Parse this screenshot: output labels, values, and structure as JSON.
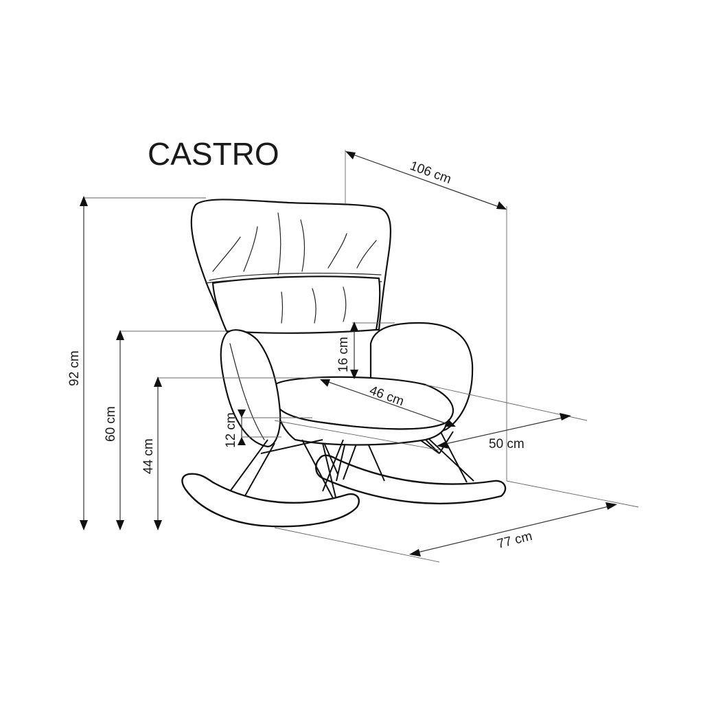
{
  "title": "CASTRO",
  "dimensions": {
    "total_width": "106 cm",
    "height_total": "92 cm",
    "armrest_height": "60 cm",
    "seat_height": "44 cm",
    "armrest_above_seat": "16 cm",
    "seat_thickness": "12 cm",
    "seat_width": "46 cm",
    "seat_depth": "50 cm",
    "total_depth": "77 cm"
  }
}
